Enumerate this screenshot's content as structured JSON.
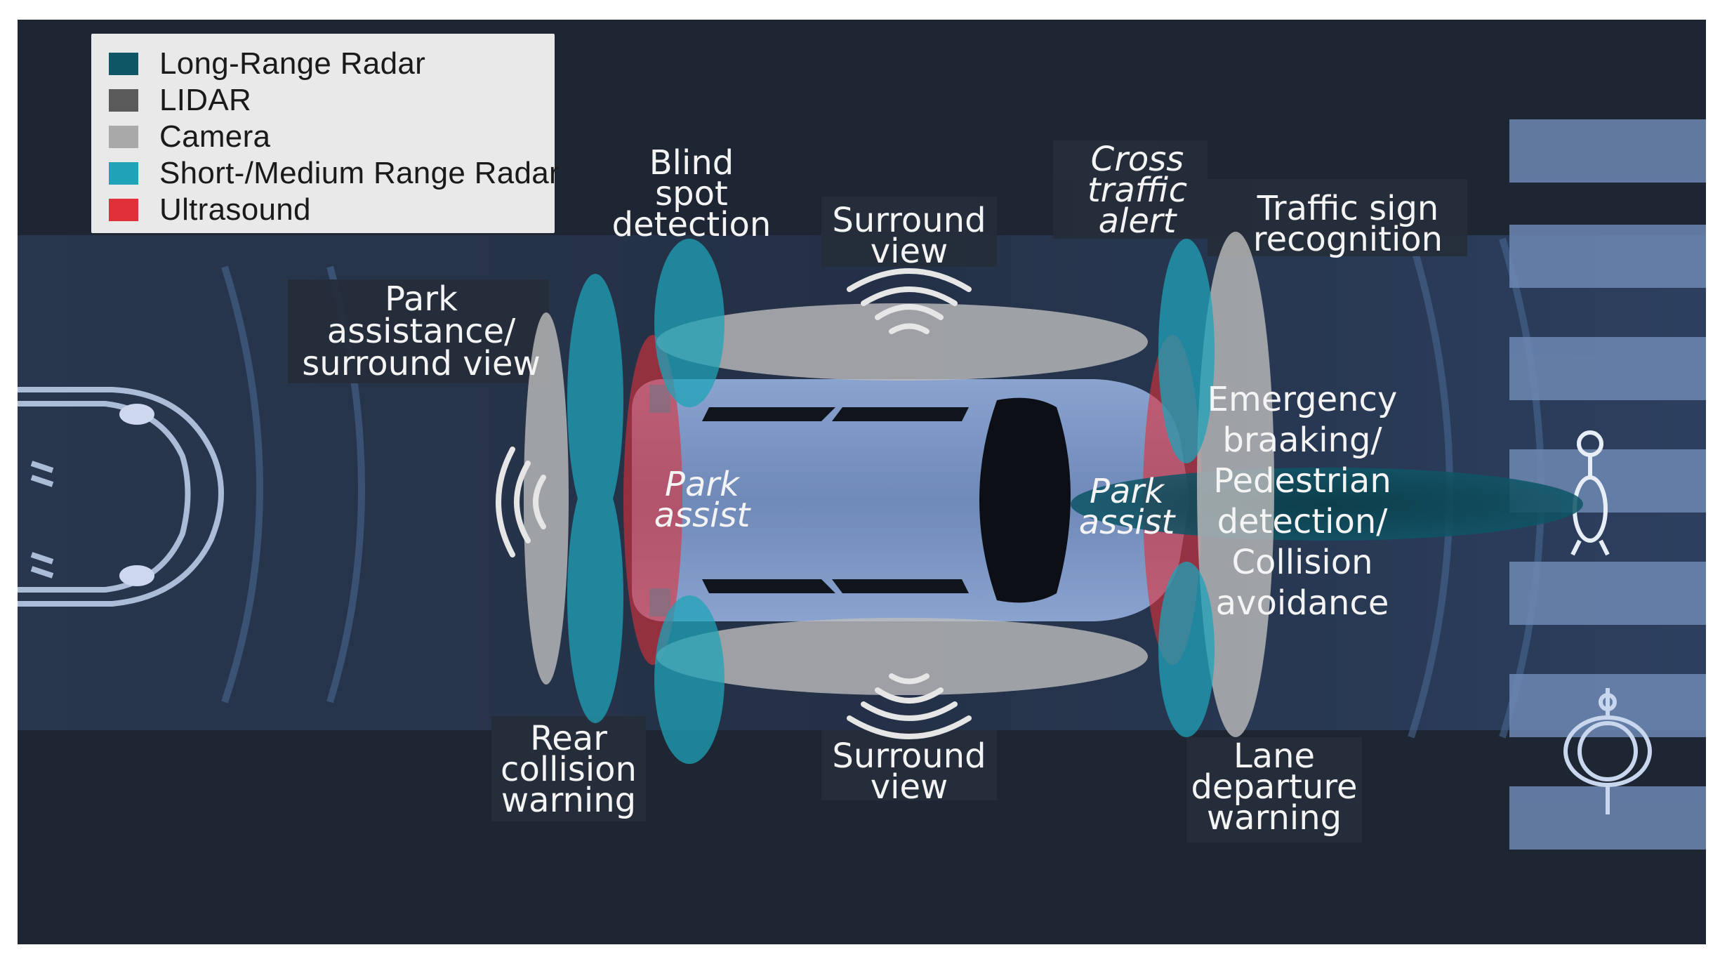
{
  "colors": {
    "background": "#1f2633",
    "long_range_radar": "#0e5566",
    "lidar": "#5a5a5a",
    "camera": "#a9a9a9",
    "short_medium_radar": "#1fa3b8",
    "ultrasound": "#e0303a"
  },
  "legend": [
    {
      "label": "Long-Range Radar",
      "color": "#0e5566"
    },
    {
      "label": "LIDAR",
      "color": "#5a5a5a"
    },
    {
      "label": "Camera",
      "color": "#a9a9a9"
    },
    {
      "label": "Short-/Medium Range Radar",
      "color": "#1fa3b8"
    },
    {
      "label": "Ultrasound",
      "color": "#e0303a"
    }
  ],
  "labels": {
    "blind_spot": [
      "Blind",
      "spot",
      "detection"
    ],
    "surround_top": [
      "Surround",
      "view"
    ],
    "surround_bottom": [
      "Surround",
      "view"
    ],
    "cross_traffic": [
      "Cross",
      "traffic",
      "alert"
    ],
    "traffic_sign": [
      "Traffic sign",
      "recognition"
    ],
    "park_assistance": [
      "Park",
      "assistance/",
      "surround view"
    ],
    "park_assist_rear": [
      "Park",
      "assist"
    ],
    "park_assist_front": [
      "Park",
      "assist"
    ],
    "emergency": [
      "Emergency",
      "braaking/",
      "Pedestrian",
      "detection/",
      "Collision",
      "avoidance"
    ],
    "rear_collision": [
      "Rear",
      "collision",
      "warning"
    ],
    "lane_departure": [
      "Lane",
      "departure",
      "warning"
    ]
  }
}
